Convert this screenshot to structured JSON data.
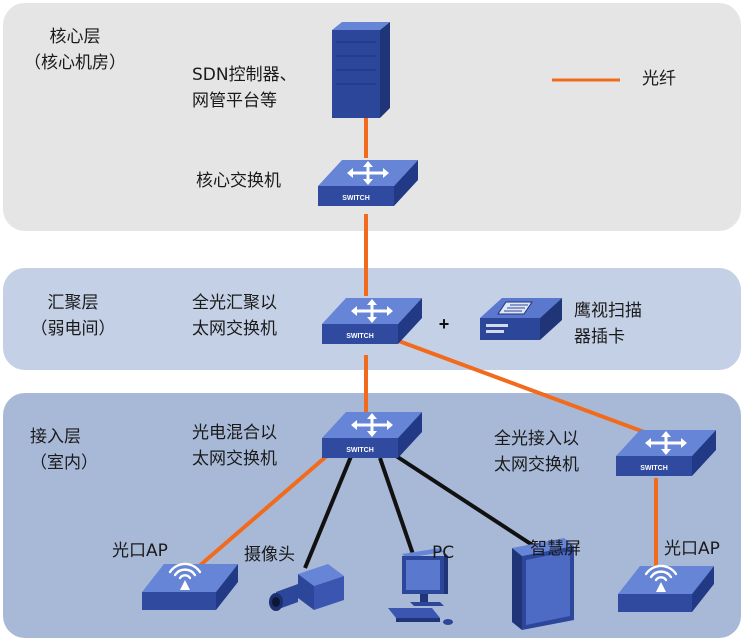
{
  "layers": {
    "core": {
      "line1": "核心层",
      "line2": "（核心机房）"
    },
    "aggregation": {
      "line1": "汇聚层",
      "line2": "（弱电间）"
    },
    "access": {
      "line1": "接入层",
      "line2": "（室内）"
    }
  },
  "legend": {
    "label": "光纤",
    "line_color": "#f26b1d"
  },
  "nodes": {
    "server": {
      "line1": "SDN控制器、",
      "line2": "网管平台等"
    },
    "core_switch": {
      "label": "核心交换机"
    },
    "agg_switch": {
      "line1": "全光汇聚以",
      "line2": "太网交换机"
    },
    "plus": "+",
    "card": {
      "line1": "鹰视扫描",
      "line2": "器插卡"
    },
    "hybrid_switch": {
      "line1": "光电混合以",
      "line2": "太网交换机"
    },
    "optical_access_switch": {
      "line1": "全光接入以",
      "line2": "太网交换机"
    },
    "ap_left": {
      "label": "光口AP"
    },
    "camera": {
      "label": "摄像头"
    },
    "pc": {
      "label": "PC"
    },
    "smart_screen": {
      "label": "智慧屏"
    },
    "ap_right": {
      "label": "光口AP"
    }
  },
  "switch_badge": "SWITCH",
  "colors": {
    "fiber": "#f26b1d",
    "copper": "#111111",
    "device_blue": "#3a56b0",
    "device_top": "#5b78cf",
    "core_band": "#e6e5e5",
    "agg_band": "#c4d0e6",
    "access_band": "#a8b9d8"
  }
}
